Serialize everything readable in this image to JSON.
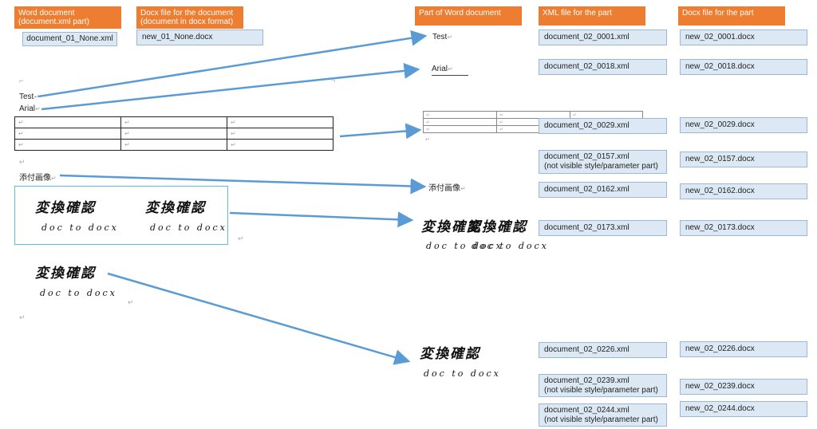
{
  "headers": {
    "word_doc": "Word document\n(document.xml part)",
    "docx_doc": "Docx file for the document\n(document in docx format)",
    "part_of_word": "Part of Word document",
    "xml_part": "XML file for the part",
    "docx_part": "Docx file for the part"
  },
  "doc_files": {
    "xml": "document_01_None.xml",
    "docx": "new_01_None.docx"
  },
  "document_content": {
    "test": "Test",
    "arial": "Arial",
    "image_caption": "添付画像",
    "kanji": "変換確認",
    "roman": "doc to docx"
  },
  "parts": [
    {
      "xml": "document_02_0001.xml",
      "docx": "new_02_0001.docx"
    },
    {
      "xml": "document_02_0018.xml",
      "docx": "new_02_0018.docx"
    },
    {
      "xml": "document_02_0029.xml",
      "docx": "new_02_0029.docx"
    },
    {
      "xml": "document_02_0157.xml",
      "xml_note": "(not visible style/parameter part)",
      "docx": "new_02_0157.docx"
    },
    {
      "xml": "document_02_0162.xml",
      "docx": "new_02_0162.docx"
    },
    {
      "xml": "document_02_0173.xml",
      "docx": "new_02_0173.docx"
    },
    {
      "xml": "document_02_0226.xml",
      "docx": "new_02_0226.docx"
    },
    {
      "xml": "document_02_0239.xml",
      "xml_note": "(not visible style/parameter part)",
      "docx": "new_02_0239.docx"
    },
    {
      "xml": "document_02_0244.xml",
      "xml_note": "(not visible style/parameter part)",
      "docx": "new_02_0244.docx"
    }
  ],
  "colors": {
    "header_bg": "#ed7d31",
    "box_bg": "#dce9f5",
    "arrow": "#5b9bd5",
    "image_border": "#5bc0de"
  }
}
